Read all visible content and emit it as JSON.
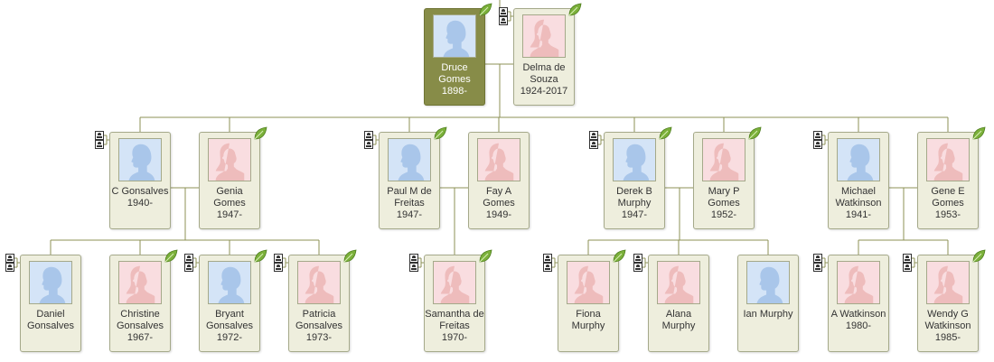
{
  "people": [
    {
      "id": "druce",
      "name": "Druce Gomes",
      "dates": "1898-",
      "gender": "male",
      "selected": true,
      "hints": true,
      "parents": false
    },
    {
      "id": "delma",
      "name": "Delma de Souza",
      "dates": "1924-2017",
      "gender": "female",
      "hints": true,
      "parents": true
    },
    {
      "id": "c-gonsalves",
      "name": "C Gonsalves",
      "dates": "1940-",
      "gender": "male",
      "hints": false,
      "parents": true
    },
    {
      "id": "genia",
      "name": "Genia Gomes",
      "dates": "1947-",
      "gender": "female",
      "hints": true,
      "parents": false
    },
    {
      "id": "paul",
      "name": "Paul M de Freitas",
      "dates": "1947-",
      "gender": "male",
      "hints": true,
      "parents": true
    },
    {
      "id": "fay",
      "name": "Fay A Gomes",
      "dates": "1949-",
      "gender": "female",
      "hints": false,
      "parents": false
    },
    {
      "id": "derek",
      "name": "Derek B Murphy",
      "dates": "1947-",
      "gender": "male",
      "hints": true,
      "parents": true
    },
    {
      "id": "mary",
      "name": "Mary P Gomes",
      "dates": "1952-",
      "gender": "female",
      "hints": true,
      "parents": false
    },
    {
      "id": "michael",
      "name": "Michael Watkinson",
      "dates": "1941-",
      "gender": "male",
      "hints": false,
      "parents": true
    },
    {
      "id": "gene",
      "name": "Gene E Gomes",
      "dates": "1953-",
      "gender": "female",
      "hints": true,
      "parents": false
    },
    {
      "id": "daniel",
      "name": "Daniel Gonsalves",
      "dates": "",
      "gender": "male",
      "hints": false,
      "parents": true
    },
    {
      "id": "christine",
      "name": "Christine Gonsalves",
      "dates": "1967-",
      "gender": "female",
      "hints": true,
      "parents": false
    },
    {
      "id": "bryant",
      "name": "Bryant Gonsalves",
      "dates": "1972-",
      "gender": "male",
      "hints": true,
      "parents": true
    },
    {
      "id": "patricia",
      "name": "Patricia Gonsalves",
      "dates": "1973-",
      "gender": "female",
      "hints": true,
      "parents": true
    },
    {
      "id": "samantha",
      "name": "Samantha de Freitas",
      "dates": "1970-",
      "gender": "female",
      "hints": true,
      "parents": true
    },
    {
      "id": "fiona",
      "name": "Fiona Murphy",
      "dates": "",
      "gender": "female",
      "hints": true,
      "parents": true
    },
    {
      "id": "alana",
      "name": "Alana Murphy",
      "dates": "",
      "gender": "female",
      "hints": false,
      "parents": true
    },
    {
      "id": "ian",
      "name": "Ian Murphy",
      "dates": "",
      "gender": "male",
      "hints": false,
      "parents": false
    },
    {
      "id": "a-watkinson",
      "name": "A Watkinson",
      "dates": "1980-",
      "gender": "female",
      "hints": false,
      "parents": true
    },
    {
      "id": "wendy",
      "name": "Wendy G Watkinson",
      "dates": "1985-",
      "gender": "female",
      "hints": true,
      "parents": true
    }
  ],
  "colors": {
    "card": "#eeeedd",
    "card_border": "#a5a98a",
    "selected_card": "#878c48",
    "male_photo": "#d4e4f7",
    "female_photo": "#f9dde0",
    "male_silhouette": "#a9c6ea",
    "female_silhouette": "#eebcbc",
    "connector": "#8c9156",
    "leaf": "#7bb03a"
  },
  "icons": {
    "hint": "leaf-icon",
    "parents": "parents-icon",
    "photo": "silhouette-icon"
  }
}
